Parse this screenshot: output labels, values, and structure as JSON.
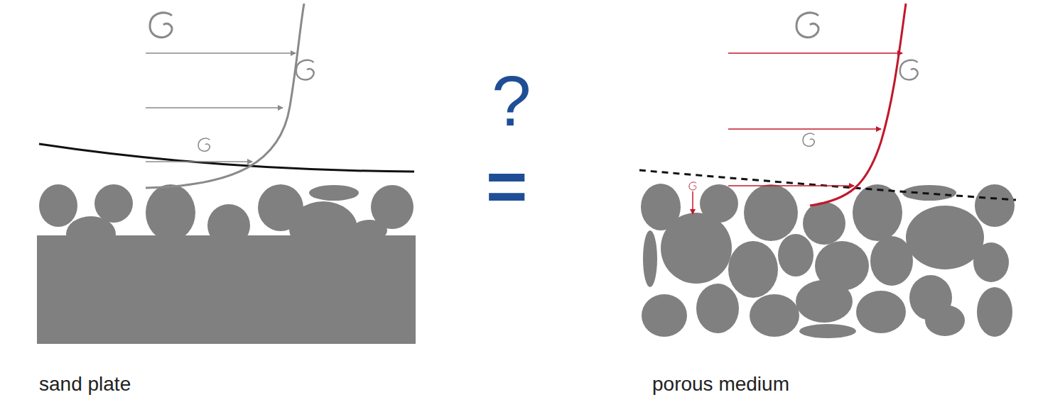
{
  "diagram": {
    "labels": [
      "sand plate",
      "?",
      "=",
      "porous medium"
    ]
  }
}
